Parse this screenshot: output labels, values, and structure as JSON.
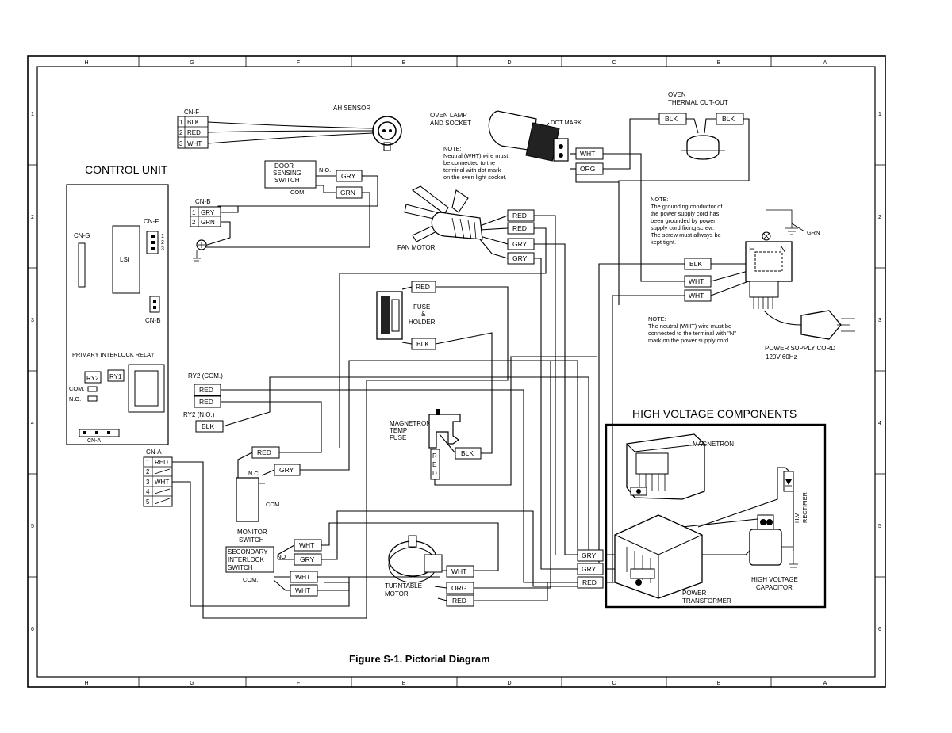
{
  "figure_caption": "Figure S-1. Pictorial Diagram",
  "border": {
    "columns": [
      "H",
      "G",
      "F",
      "E",
      "D",
      "C",
      "B",
      "A"
    ],
    "rows": [
      "1",
      "2",
      "3",
      "4",
      "5",
      "6"
    ]
  },
  "control_unit": {
    "title": "CONTROL UNIT",
    "cn_g": "CN-G",
    "lsi": "LSi",
    "cn_f": "CN-F",
    "cn_f_pins": [
      "1",
      "2",
      "3"
    ],
    "cn_b": "CN-B",
    "relay_label": "PRIMARY INTERLOCK RELAY",
    "ry2": "RY2",
    "ry1": "RY1",
    "com": "COM.",
    "no": "N.O.",
    "cn_a": "CN-A"
  },
  "cn_f_connector": {
    "label": "CN-F",
    "pins": [
      {
        "num": "1",
        "wire": "BLK"
      },
      {
        "num": "2",
        "wire": "RED"
      },
      {
        "num": "3",
        "wire": "WHT"
      }
    ]
  },
  "ah_sensor": "AH SENSOR",
  "door_switch": {
    "label_lines": [
      "DOOR",
      "SENSING",
      "SWITCH"
    ],
    "no": "N.O.",
    "com": "COM.",
    "wires": [
      "GRY",
      "GRN"
    ]
  },
  "cn_b_connector": {
    "label": "CN-B",
    "pins": [
      {
        "num": "1",
        "wire": "GRY"
      },
      {
        "num": "2",
        "wire": "GRN"
      }
    ]
  },
  "oven_lamp": {
    "label_lines": [
      "OVEN LAMP",
      "AND SOCKET"
    ],
    "dot_mark": "DOT MARK",
    "note_lines": [
      "NOTE:",
      "Neutral (WHT) wire must",
      "be  connected  to  the",
      "terminal with dot mark",
      "on the oven light socket."
    ],
    "wires": [
      "WHT",
      "ORG"
    ]
  },
  "thermal_cutout": {
    "label_lines": [
      "OVEN",
      "THERMAL CUT-OUT"
    ],
    "wires": [
      "BLK",
      "BLK"
    ]
  },
  "ground_note": [
    "NOTE:",
    "The grounding conductor of",
    "the power supply cord has",
    "been  grounded  by  power",
    "supply cord fixing screw.",
    "The screw must allways be",
    "kept tight."
  ],
  "grn": "GRN",
  "h_label": "H",
  "n_label": "N",
  "fan_motor": {
    "label": "FAN MOTOR",
    "wires": [
      "RED",
      "RED",
      "GRY",
      "GRY"
    ]
  },
  "power_cord_wires": [
    "BLK",
    "WHT",
    "WHT"
  ],
  "neutral_note": [
    "NOTE:",
    "The  neutral (WHT) wire must  be",
    "connected  to  the terminal with  \"N\"",
    "mark on the power   supply cord."
  ],
  "power_cord": {
    "label": "POWER SUPPLY CORD",
    "rating": "120V 60Hz"
  },
  "fuse": {
    "label_lines": [
      "FUSE",
      "&",
      "HOLDER"
    ],
    "wires": [
      "RED",
      "BLK"
    ]
  },
  "ry2_com": {
    "label": "RY2 (COM.)",
    "wires": [
      "RED",
      "RED"
    ]
  },
  "ry2_no": {
    "label": "RY2 (N.O.)",
    "wire": "BLK"
  },
  "magnetron_fuse": {
    "label_lines": [
      "MAGNETRON",
      "TEMP",
      "FUSE"
    ],
    "red_letters": [
      "R",
      "E",
      "D"
    ],
    "wire": "BLK"
  },
  "cn_a_connector": {
    "label": "CN-A",
    "pins": [
      {
        "num": "1",
        "wire": "RED"
      },
      {
        "num": "2",
        "wire": ""
      },
      {
        "num": "3",
        "wire": "WHT"
      },
      {
        "num": "4",
        "wire": ""
      },
      {
        "num": "5",
        "wire": ""
      }
    ]
  },
  "monitor_switch": {
    "label_lines": [
      "MONITOR",
      "SWITCH"
    ],
    "nc": "N.C.",
    "com": "COM.",
    "wires": [
      "RED",
      "GRY"
    ]
  },
  "secondary_switch": {
    "label_lines": [
      "SECONDARY",
      "INTERLOCK",
      "SWITCH"
    ],
    "no": "NO",
    "com": "COM.",
    "wires": [
      "WHT",
      "GRY",
      "WHT",
      "WHT"
    ]
  },
  "turntable_motor": {
    "label_lines": [
      "TURNTABLE",
      "MOTOR"
    ],
    "wires": [
      "WHT",
      "ORG",
      "RED"
    ]
  },
  "hv_components": {
    "title": "HIGH VOLTAGE COMPONENTS",
    "magnetron": "MAGNETRON",
    "hv_rectifier": [
      "H.V.",
      "RECTIFIER"
    ],
    "hv_capacitor": [
      "HIGH VOLTAGE",
      "CAPACITOR"
    ],
    "power_transformer": [
      "POWER",
      "TRANSFORMER"
    ],
    "input_wires": [
      "GRY",
      "GRY",
      "RED"
    ]
  }
}
